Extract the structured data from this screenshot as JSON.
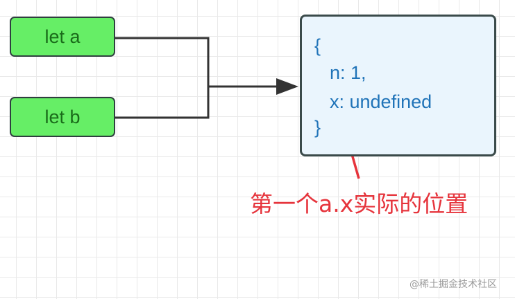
{
  "variables": {
    "a_label": "let a",
    "b_label": "let b"
  },
  "object_box": {
    "open_brace": "{",
    "line_n": "n: 1,",
    "line_x": "x: undefined",
    "close_brace": "}"
  },
  "annotation": {
    "text": "第一个a.x实际的位置"
  },
  "watermark": {
    "text": "@稀土掘金技术社区"
  },
  "colors": {
    "variable_fill": "#66ee66",
    "variable_text": "#1a6b1a",
    "object_fill": "#eaf5fd",
    "code_text": "#1f73b8",
    "annotation_red": "#e6343c",
    "connector": "#333333"
  }
}
